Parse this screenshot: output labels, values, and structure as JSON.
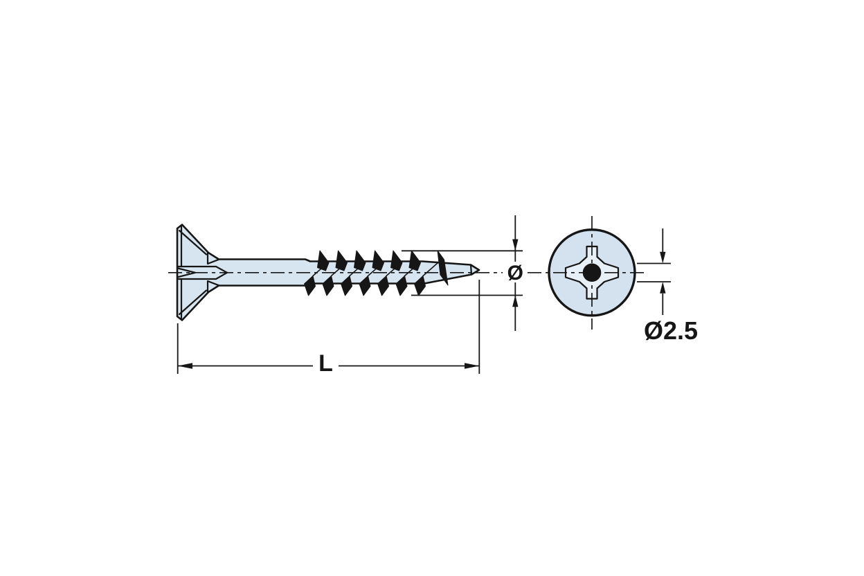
{
  "labels": {
    "thread_diameter": "Ø",
    "recess_diameter": "Ø2.5",
    "length": "L"
  },
  "colors": {
    "background": "#ffffff",
    "line": "#161616",
    "body_fill": "#d7e5f0",
    "head_fill": "#d3e2ee",
    "recess_fill": "#e7eff7"
  },
  "geometry": {
    "thread_top_tips": [
      462,
      488.5,
      515,
      541.5,
      568,
      594.5
    ],
    "thread_bottom_tips": [
      452,
      478.5,
      505,
      531.5,
      558,
      584.5,
      611
    ],
    "thread_root_xs": [
      462,
      488.5,
      515,
      541.5,
      568,
      594.5,
      621
    ]
  }
}
